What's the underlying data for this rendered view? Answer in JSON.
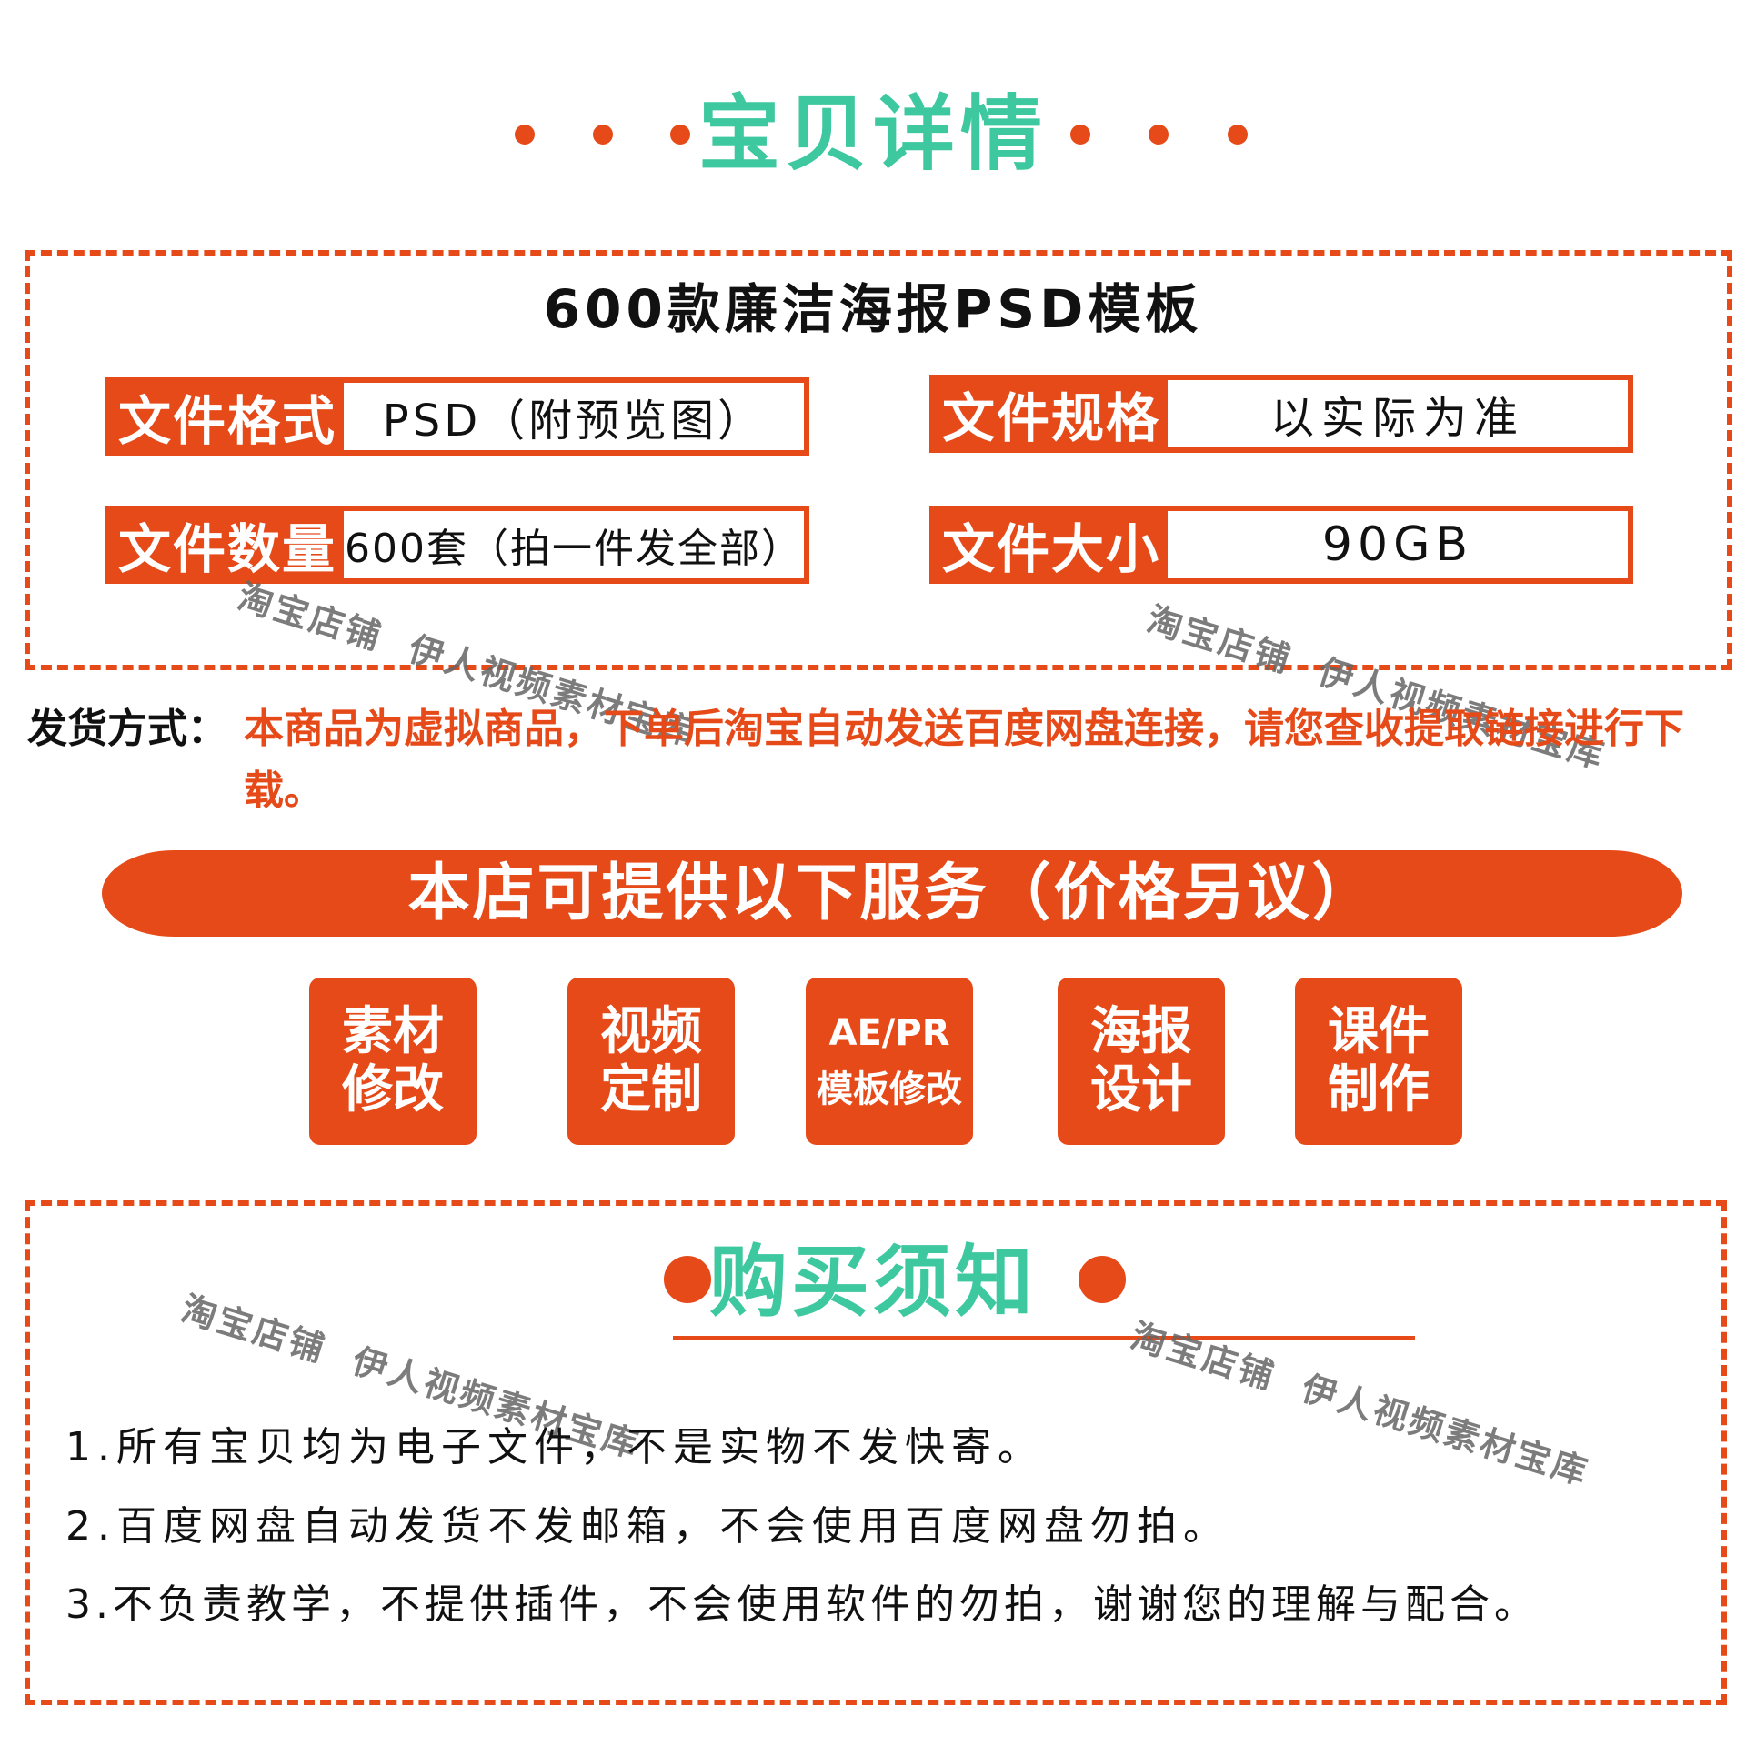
{
  "header": {
    "title": "宝贝详情"
  },
  "product": {
    "title": "600款廉洁海报PSD模板"
  },
  "specs": [
    {
      "label": "文件格式",
      "value": "PSD（附预览图）"
    },
    {
      "label": "文件规格",
      "value": "以实际为准"
    },
    {
      "label": "文件数量",
      "value": "600套（拍一件发全部）"
    },
    {
      "label": "文件大小",
      "value": "90GB"
    }
  ],
  "shipping": {
    "label": "发货方式：",
    "text": "本商品为虚拟商品，下单后淘宝自动发送百度网盘连接，请您查收提取链接进行下载。"
  },
  "services": {
    "banner": "本店可提供以下服务（价格另议）",
    "items": [
      {
        "line1": "素材",
        "line2": "修改"
      },
      {
        "line1": "视频",
        "line2": "定制"
      },
      {
        "line1": "AE/PR",
        "line2": "模板修改"
      },
      {
        "line1": "海报",
        "line2": "设计"
      },
      {
        "line1": "课件",
        "line2": "制作"
      }
    ]
  },
  "notice": {
    "title": "购买须知",
    "rules": [
      "1.所有宝贝均为电子文件，不是实物不发快寄。",
      "2.百度网盘自动发货不发邮箱，不会使用百度网盘勿拍。",
      "3.不负责教学，不提供插件，不会使用软件的勿拍，谢谢您的理解与配合。"
    ]
  },
  "watermark": {
    "shop": "淘宝店铺",
    "name": "伊人视频素材宝库"
  },
  "colors": {
    "accent": "#e64a19",
    "title_green": "#3ec8a0"
  }
}
